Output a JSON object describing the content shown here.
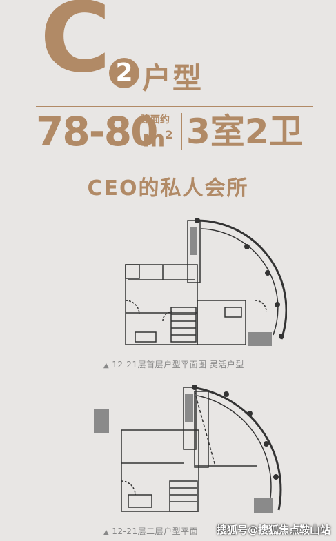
{
  "header": {
    "letter": "C",
    "number": "2",
    "unit_type": "户型"
  },
  "spec": {
    "area": "78-80",
    "area_note": "建面约",
    "area_unit": "m",
    "area_unit_sup": "2",
    "rooms": "3室2卫"
  },
  "slogan": "CEO的私人会所",
  "plans": [
    {
      "caption": "12-21层首层户型平面图  灵活户型"
    },
    {
      "caption": "12-21层二层户型平面"
    }
  ],
  "watermark": "搜狐号@搜狐焦点鞍山站",
  "colors": {
    "accent": "#b18a66",
    "background": "#e8e6e4",
    "wall": "#333333",
    "furniture_gray": "#8a8a8a"
  },
  "icons": {
    "caption_marker": "triangle-up-icon"
  }
}
